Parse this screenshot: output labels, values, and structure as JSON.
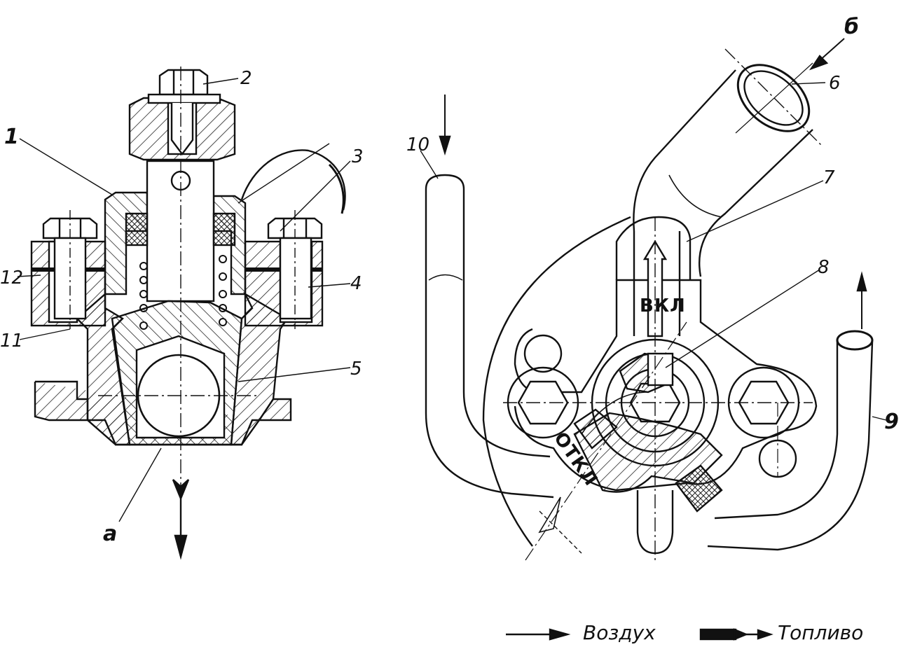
{
  "callouts": {
    "n1": "1",
    "n2": "2",
    "n3": "3",
    "n4": "4",
    "n5": "5",
    "n6": "6",
    "n7": "7",
    "n8": "8",
    "n9": "9",
    "n10": "10",
    "n11": "11",
    "n12": "12",
    "a": "a",
    "b": "б"
  },
  "markings": {
    "on": "ВКЛ",
    "off": "ОТКЛ"
  },
  "legend": {
    "air": "Воздух",
    "fuel": "Топливо"
  }
}
